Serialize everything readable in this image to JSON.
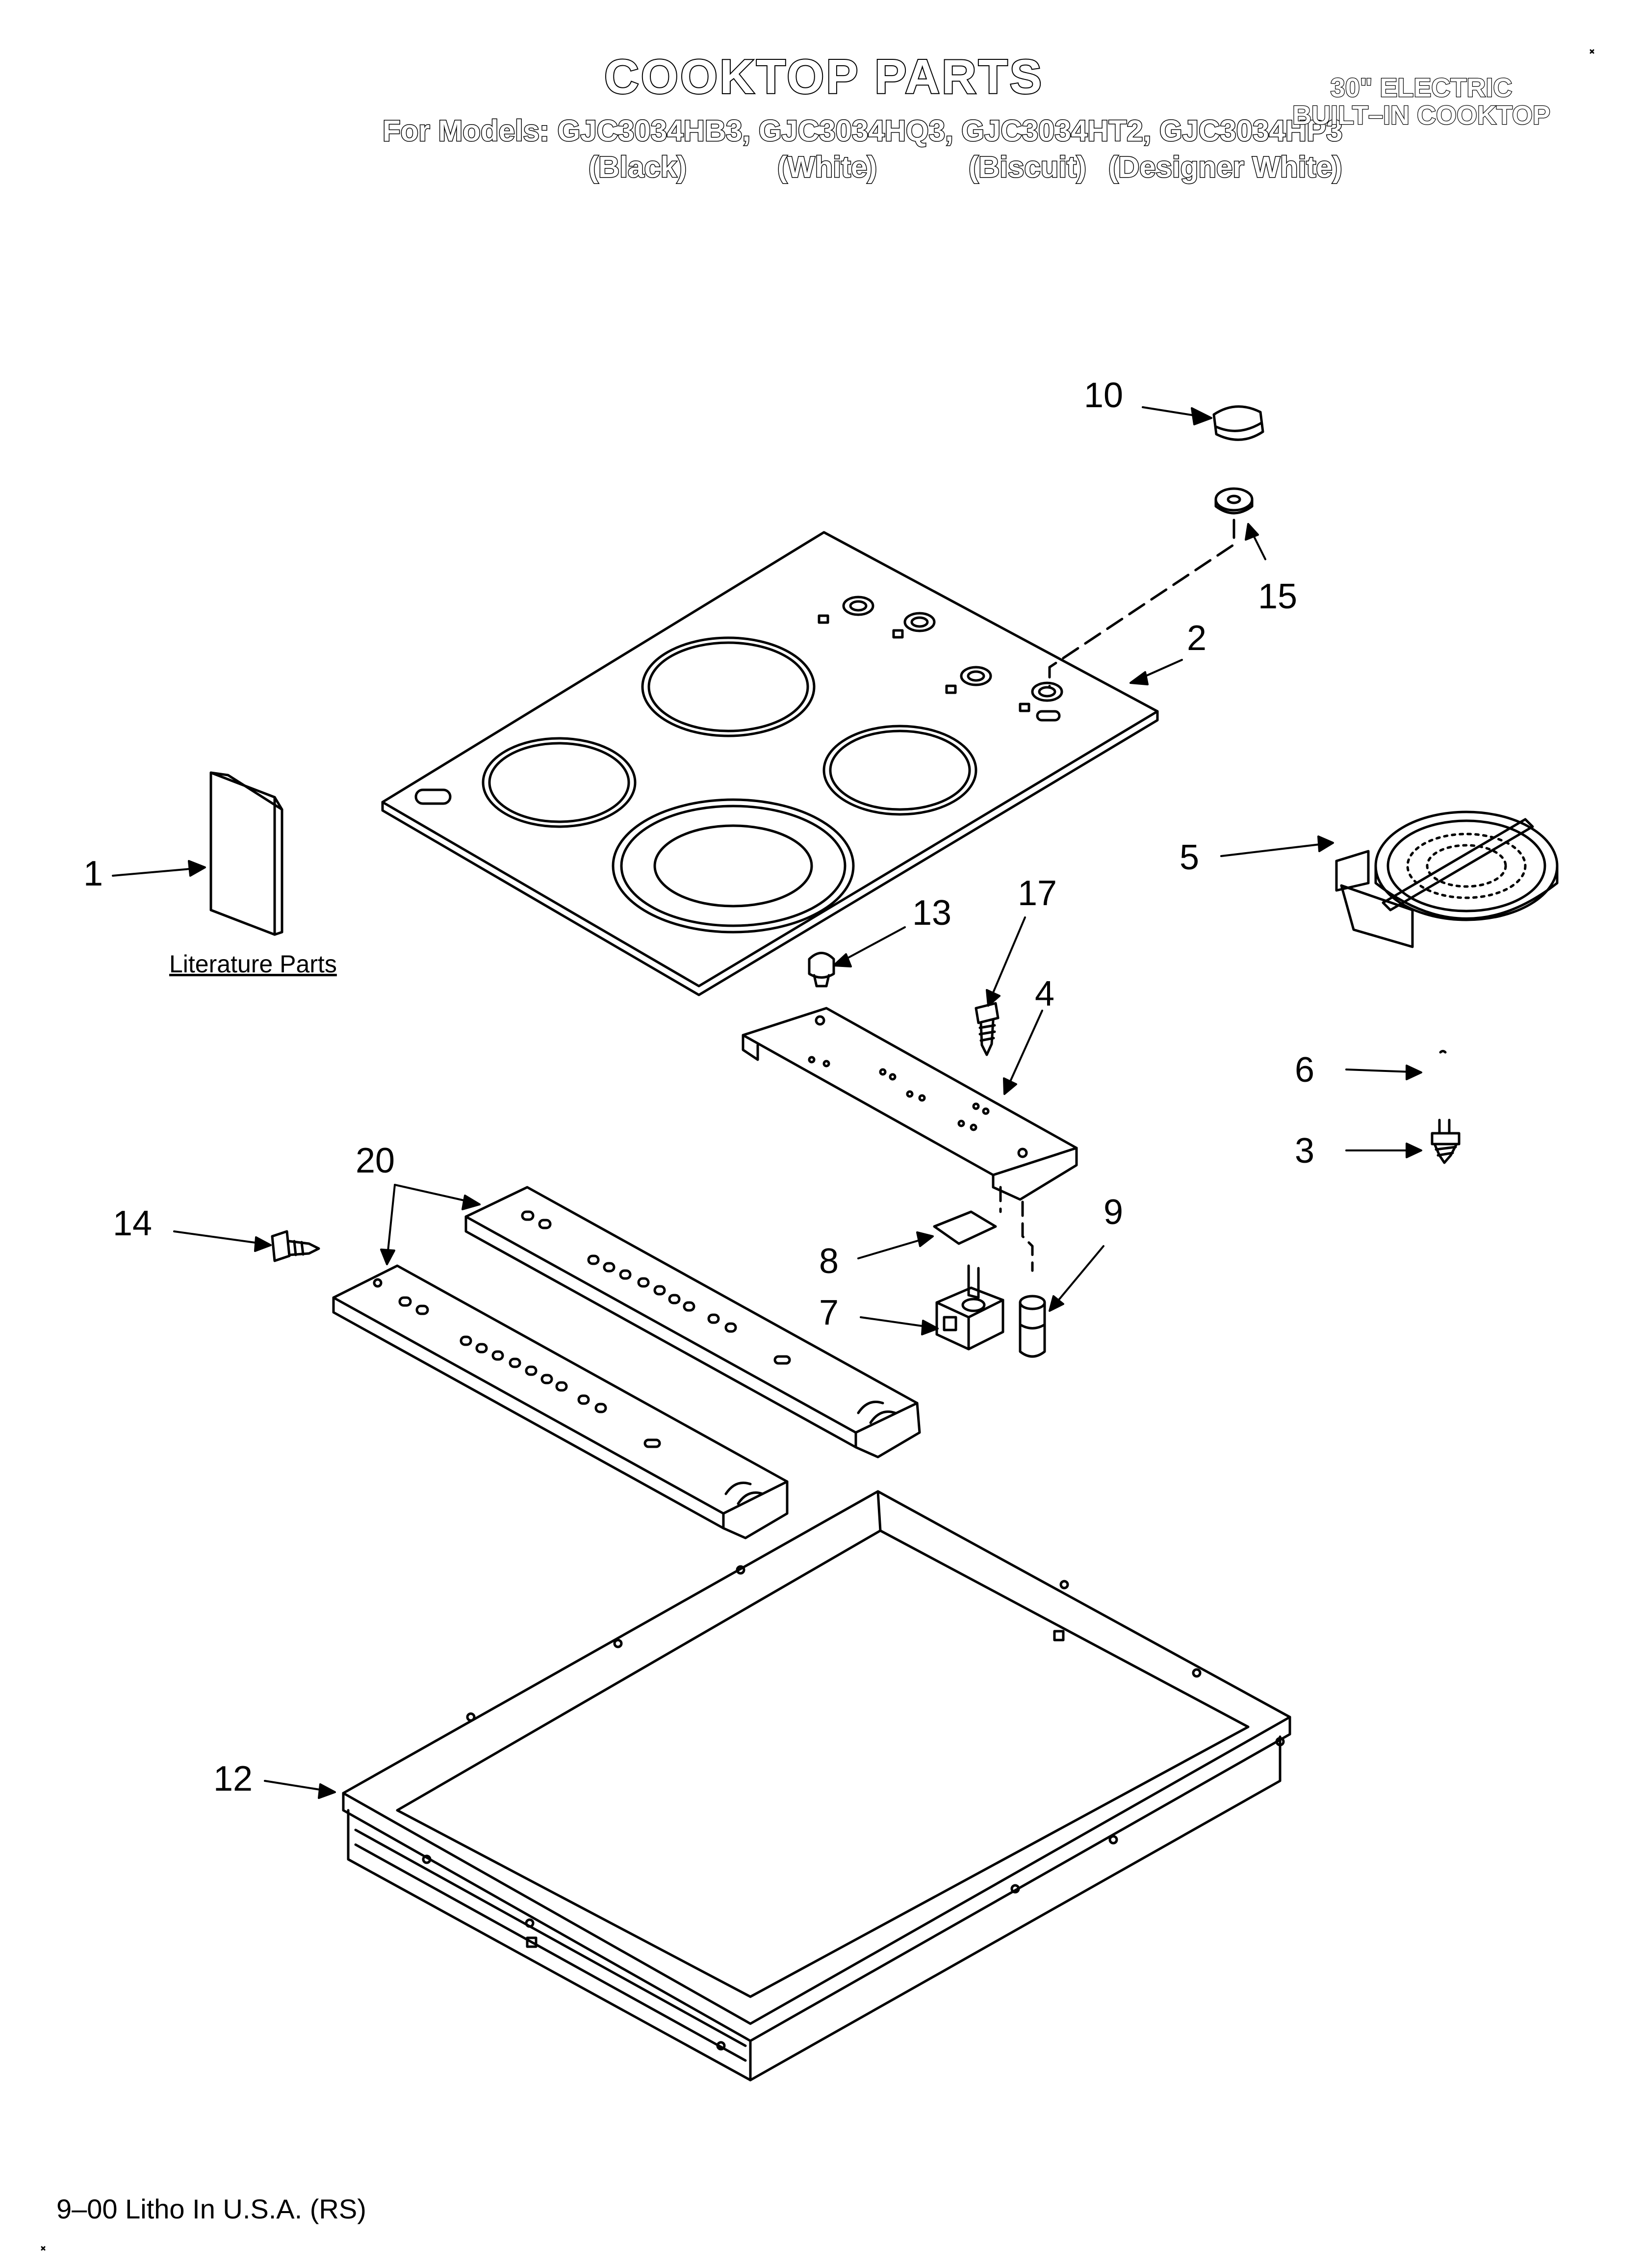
{
  "header": {
    "title": "COOKTOP PARTS",
    "models_line": "For Models: GJC3034HB3, GJC3034HQ3, GJC3034HT2, GJC3034HP3",
    "color_black": "(Black)",
    "color_white": "(White)",
    "color_biscuit": "(Biscuit)",
    "color_designer_white": "(Designer White)"
  },
  "corner": {
    "line1": "30\" ELECTRIC",
    "line2": "BUILT–IN COOKTOP"
  },
  "callouts": {
    "c1": "1",
    "c2": "2",
    "c3": "3",
    "c4": "4",
    "c5": "5",
    "c6": "6",
    "c7": "7",
    "c8": "8",
    "c9": "9",
    "c10": "10",
    "c12": "12",
    "c13": "13",
    "c14": "14",
    "c15": "15",
    "c17": "17",
    "c20": "20"
  },
  "literature_label": "Literature Parts",
  "footer": "9–00 Litho In U.S.A. (RS)"
}
